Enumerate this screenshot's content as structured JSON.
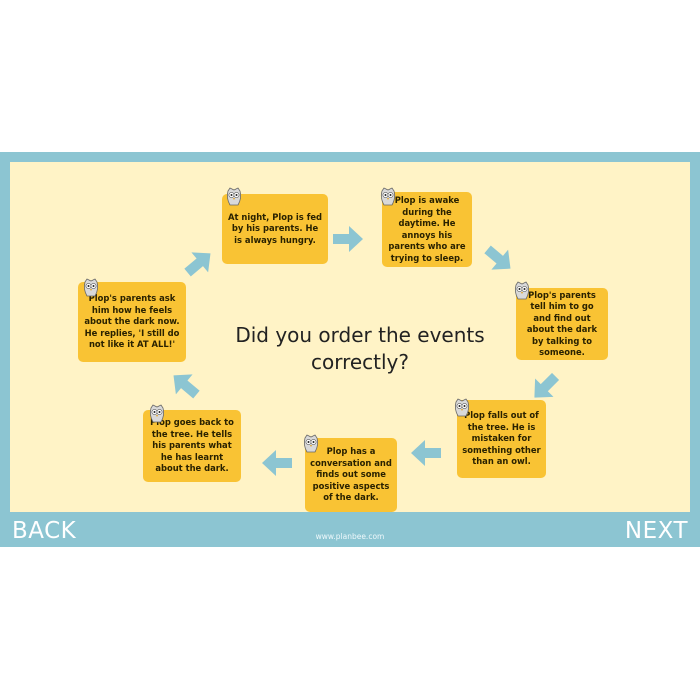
{
  "slide": {
    "question": "Did you order the events correctly?",
    "back_label": "BACK",
    "next_label": "NEXT",
    "footer_url": "www.planbee.com",
    "colors": {
      "frame": "#8cc5d2",
      "background": "#fff3c6",
      "card": "#f9c334",
      "arrow": "#8cc5d2"
    }
  },
  "events": [
    {
      "text": "At night, Plop is fed by his parents. He is always hungry.",
      "icon": "owl-icon"
    },
    {
      "text": "Plop is awake during the daytime. He annoys his parents who are trying to sleep.",
      "icon": "owl-icon"
    },
    {
      "text": "Plop's parents tell him to go and find out about the dark by talking to someone.",
      "icon": "owl-icon"
    },
    {
      "text": "Plop falls out of the tree. He is mistaken for something other than an owl.",
      "icon": "owl-icon"
    },
    {
      "text": "Plop has a conversation and finds out some positive aspects of the dark.",
      "icon": "owl-icon"
    },
    {
      "text": "Plop goes back to the tree. He tells his parents what he has learnt about the dark.",
      "icon": "owl-icon"
    },
    {
      "text": "Plop's parents ask him how he feels about the dark now. He replies, 'I still do not like it AT ALL!'",
      "icon": "owl-icon"
    }
  ]
}
